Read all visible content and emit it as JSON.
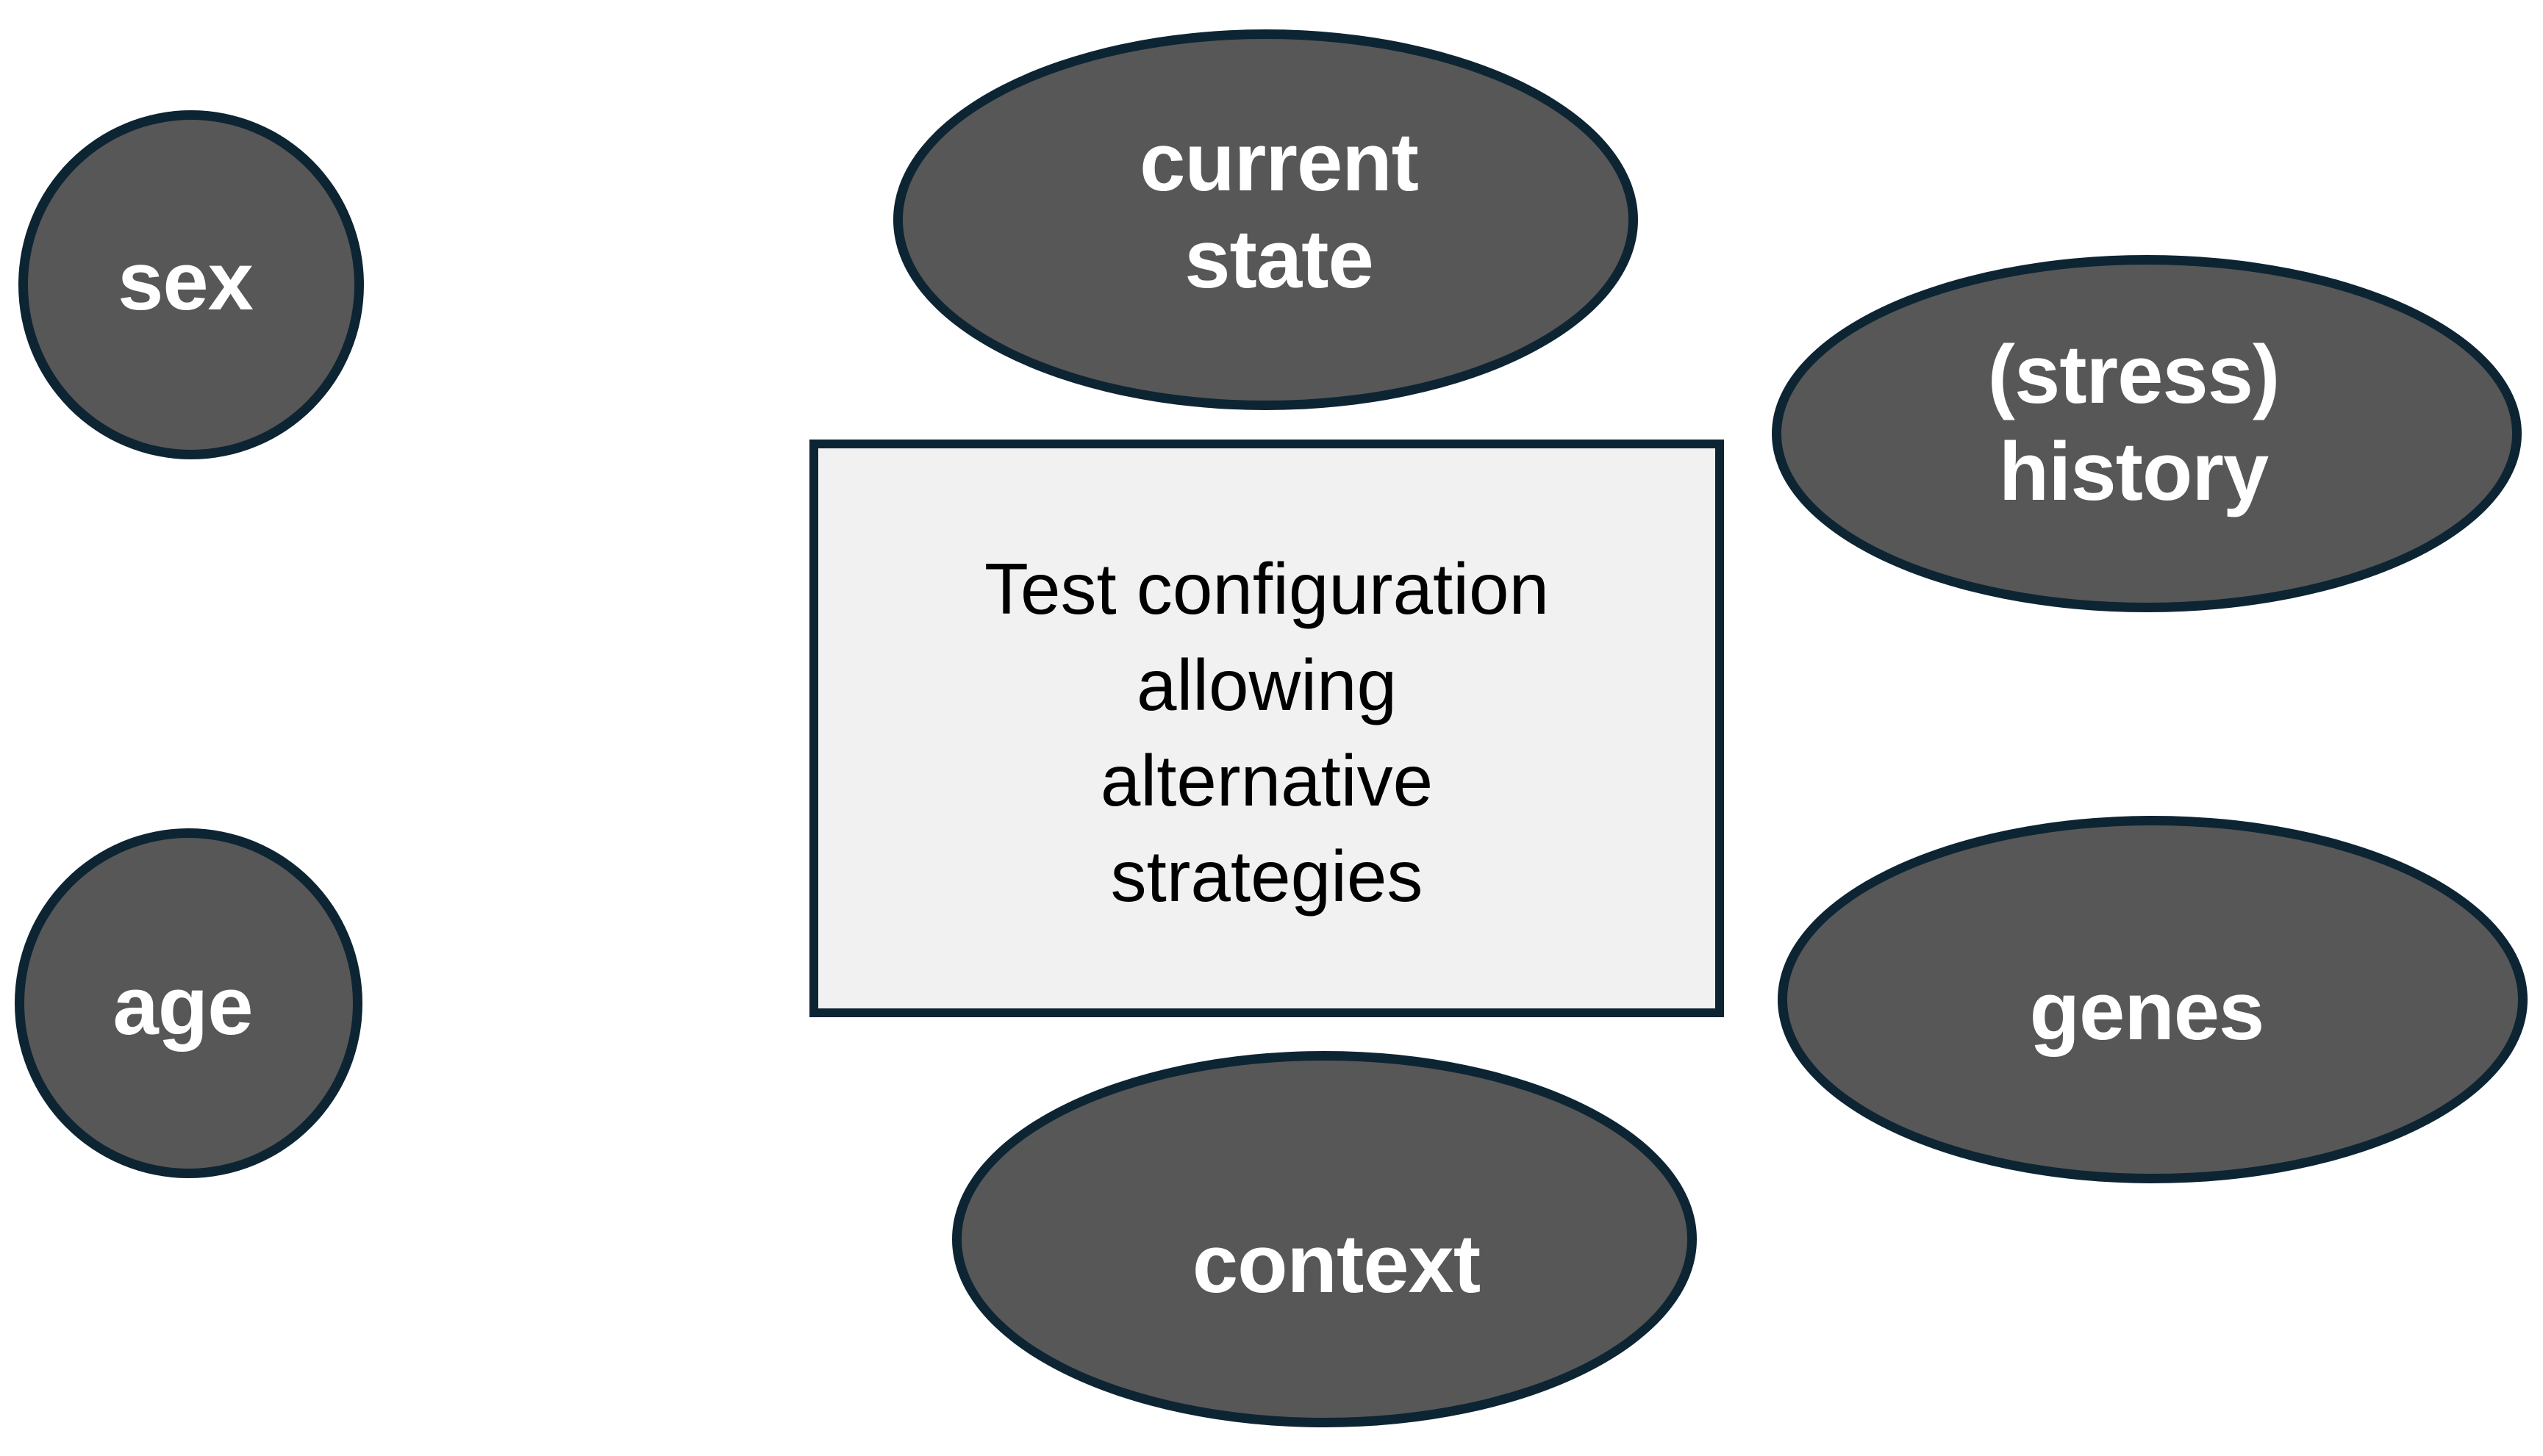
{
  "diagram": {
    "type": "concept-map",
    "background_color": "#ffffff",
    "center": {
      "shape": "rectangle",
      "label": "Test configuration\nallowing\nalternative\nstrategies",
      "fill_color": "#f1f1f1",
      "border_color": "#0d2433",
      "text_color": "#000000"
    },
    "nodes": [
      {
        "id": "current-state",
        "label": "current\nstate",
        "shape": "ellipse",
        "position": "top-center",
        "fill_color": "#575757",
        "border_color": "#0d2433",
        "text_color": "#ffffff"
      },
      {
        "id": "sex",
        "label": "sex",
        "shape": "ellipse",
        "position": "left-upper",
        "fill_color": "#575757",
        "border_color": "#0d2433",
        "text_color": "#ffffff"
      },
      {
        "id": "stress-history",
        "label": "(stress)\nhistory",
        "shape": "ellipse",
        "position": "right-upper",
        "fill_color": "#575757",
        "border_color": "#0d2433",
        "text_color": "#ffffff"
      },
      {
        "id": "age",
        "label": "age",
        "shape": "ellipse",
        "position": "left-lower",
        "fill_color": "#575757",
        "border_color": "#0d2433",
        "text_color": "#ffffff"
      },
      {
        "id": "genes",
        "label": "genes",
        "shape": "ellipse",
        "position": "right-lower",
        "fill_color": "#575757",
        "border_color": "#0d2433",
        "text_color": "#ffffff"
      },
      {
        "id": "context",
        "label": "context",
        "shape": "ellipse",
        "position": "bottom-center",
        "fill_color": "#575757",
        "border_color": "#0d2433",
        "text_color": "#ffffff"
      }
    ]
  }
}
